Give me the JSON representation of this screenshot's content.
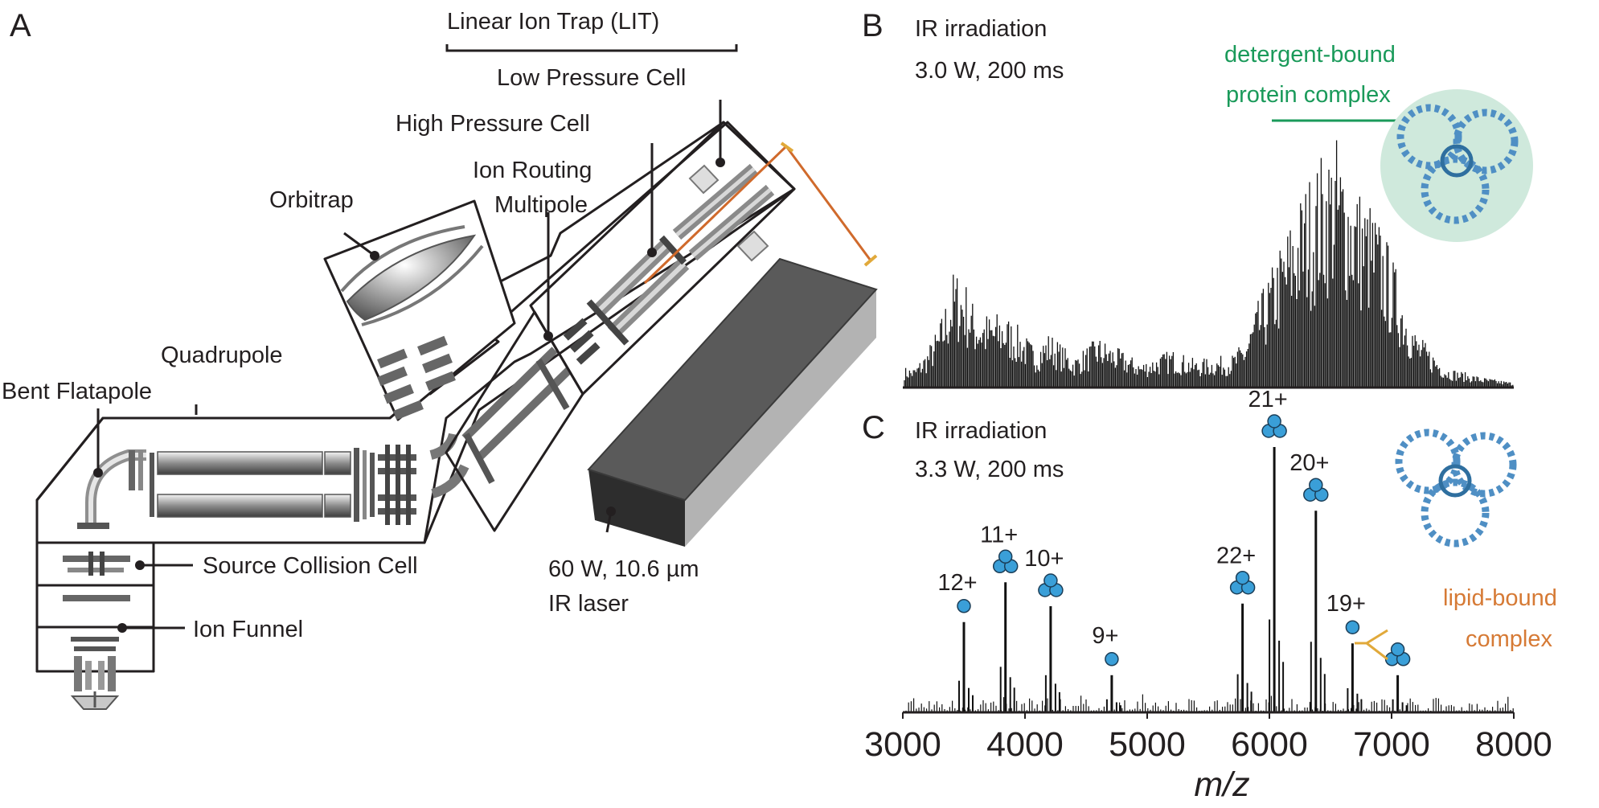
{
  "panels": {
    "a": "A",
    "b": "B",
    "c": "C"
  },
  "instrument": {
    "lit_label": "Linear Ion Trap (LIT)",
    "low_pressure_cell": "Low Pressure Cell",
    "high_pressure_cell": "High Pressure Cell",
    "ion_routing_1": "Ion Routing",
    "ion_routing_2": "Multipole",
    "orbitrap": "Orbitrap",
    "quadrupole": "Quadrupole",
    "bent_flatapole": "Bent Flatapole",
    "source_collision_cell": "Source Collision Cell",
    "ion_funnel": "Ion Funnel",
    "laser_line1": "60 W, 10.6 µm",
    "laser_line2": "IR laser"
  },
  "spectrum_b": {
    "condition_line1": "IR irradiation",
    "condition_line2": "3.0 W, 200 ms",
    "annotation_line1": "detergent-bound",
    "annotation_line2": "protein complex",
    "annotation_color": "#1a9a5a"
  },
  "spectrum_c": {
    "condition_line1": "IR irradiation",
    "condition_line2": "3.3 W, 200 ms",
    "lipid_line1": "lipid-bound",
    "lipid_line2": "complex",
    "lipid_color": "#d67a35",
    "marker_color": "#3a9fd8"
  },
  "colors": {
    "laser_beam": "#d06a2c",
    "protein_structure": "#4f8fc4",
    "protein_halo": "#cfe9dc"
  },
  "chart_data": [
    {
      "type": "line",
      "panel": "B",
      "x_range": [
        3000,
        8000
      ],
      "x": [
        3100,
        3200,
        3300,
        3420,
        3500,
        3580,
        3700,
        3820,
        3950,
        4080,
        4200,
        4400,
        4600,
        4950,
        5200,
        5400,
        5700,
        5800,
        5900,
        6000,
        6100,
        6200,
        6300,
        6380,
        6450,
        6550,
        6650,
        6750,
        6850,
        6950,
        7050,
        7200,
        7450,
        7750,
        8000
      ],
      "y": [
        0.08,
        0.15,
        0.25,
        0.47,
        0.44,
        0.33,
        0.29,
        0.3,
        0.24,
        0.16,
        0.22,
        0.12,
        0.2,
        0.1,
        0.15,
        0.11,
        0.13,
        0.19,
        0.33,
        0.45,
        0.58,
        0.7,
        0.82,
        0.88,
        0.95,
        0.99,
        0.88,
        0.78,
        0.72,
        0.6,
        0.45,
        0.22,
        0.08,
        0.04,
        0.02
      ]
    },
    {
      "type": "line",
      "panel": "C",
      "xlabel": "m/z",
      "x_range": [
        3000,
        8000
      ],
      "xticks": [
        3000,
        4000,
        5000,
        6000,
        7000,
        8000
      ],
      "x": [
        3500,
        3840,
        4210,
        4710,
        5780,
        6040,
        6380,
        6680,
        7050
      ],
      "y": [
        0.34,
        0.49,
        0.4,
        0.14,
        0.41,
        1.0,
        0.76,
        0.26,
        0.14
      ],
      "charge_states": [
        "12+",
        "11+",
        "10+",
        "9+",
        "22+",
        "21+",
        "20+",
        "19+",
        ""
      ]
    }
  ]
}
